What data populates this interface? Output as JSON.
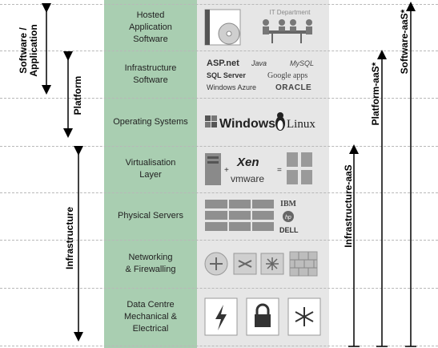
{
  "layers": [
    {
      "label": "Hosted\nApplication\nSoftware"
    },
    {
      "label": "Infrastructure\nSoftware"
    },
    {
      "label": "Operating Systems"
    },
    {
      "label": "Virtualisation\nLayer"
    },
    {
      "label": "Physical Servers"
    },
    {
      "label": "Networking\n& Firewalling"
    },
    {
      "label": "Data Centre\nMechanical &\nElectrical"
    }
  ],
  "hosted": {
    "it_department": "IT Department"
  },
  "infra_logos": {
    "aspnet": "ASP.net",
    "java": "Java",
    "mysql": "MySQL",
    "sqlserver": "SQL Server",
    "googleapps": "Google apps",
    "azure": "Windows Azure",
    "oracle": "ORACLE"
  },
  "os_logos": {
    "windows": "Windows",
    "linux": "Linux"
  },
  "virt_logos": {
    "xen": "Xen",
    "vmware": "vmware"
  },
  "server_logos": {
    "ibm": "IBM",
    "hp": "hp",
    "dell": "DELL"
  },
  "left_brackets": {
    "software": "Software /\nApplication",
    "platform": "Platform",
    "infrastructure": "Infrastructure"
  },
  "right_arrows": {
    "iaas": "Infrastructure-aaS",
    "paas": "Platform-aaS*",
    "saas": "Software-aaS*"
  }
}
